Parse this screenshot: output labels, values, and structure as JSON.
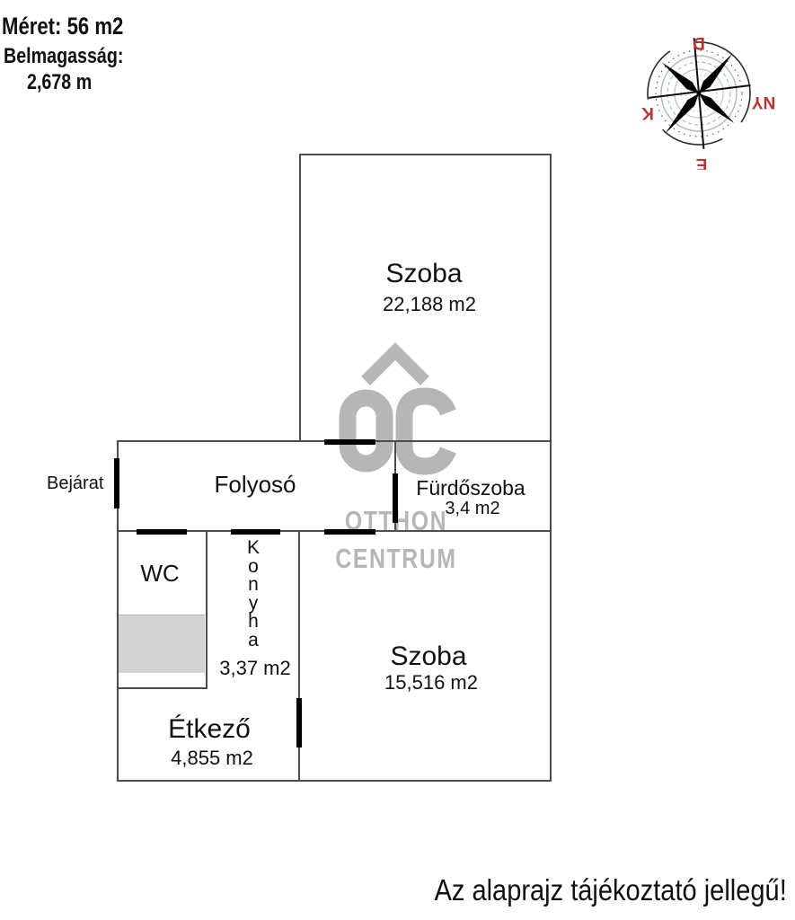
{
  "header": {
    "size_label": "Méret: 56 m2",
    "ceiling_label": "Belmagasság:",
    "ceiling_value": "2,678 m"
  },
  "compass": {
    "top": "D",
    "right": "NY",
    "left": "K",
    "bottom": "É"
  },
  "watermark": {
    "line1": "OTTHON",
    "line2": "CENTRUM"
  },
  "labels": {
    "entrance": "Bejárat"
  },
  "rooms": {
    "szoba_top": {
      "name": "Szoba",
      "area": "22,188 m2"
    },
    "folyoso": {
      "name": "Folyosó"
    },
    "furdoszoba": {
      "name": "Fürdőszoba",
      "area": "3,4 m2"
    },
    "wc": {
      "name": "WC"
    },
    "konyha": {
      "name": "Konyha",
      "area": "3,37 m2"
    },
    "szoba_bottom": {
      "name": "Szoba",
      "area": "15,516 m2"
    },
    "etkezo": {
      "name": "Étkező",
      "area": "4,855 m2"
    }
  },
  "footer": {
    "disclaimer": "Az alaprajz tájékoztató jellegű!"
  },
  "colors": {
    "wall": "#4d4d4d",
    "door": "#000000",
    "watermark_gray": "#b6b6b6",
    "compass_red": "#c2302e",
    "fixture_gray": "#d3d3d3"
  }
}
